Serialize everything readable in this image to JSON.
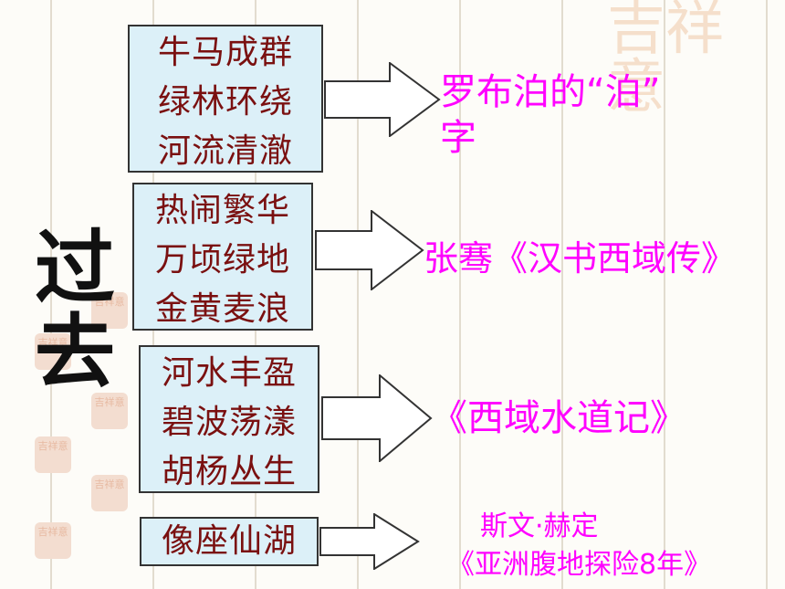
{
  "colors": {
    "box_fill": "#dcf0f8",
    "box_text": "#7a1010",
    "annotation": "#ff00ff",
    "title": "#111111"
  },
  "title": [
    "过",
    "去"
  ],
  "rows": [
    {
      "lines": [
        "牛马成群",
        "绿林环绕",
        "河流清澈"
      ],
      "annotation": [
        "罗布泊的“泊”",
        "字"
      ]
    },
    {
      "lines": [
        "热闹繁华",
        "万顷绿地",
        "金黄麦浪"
      ],
      "annotation": [
        "张骞《汉书西域传》"
      ]
    },
    {
      "lines": [
        "河水丰盈",
        "碧波荡漾",
        "胡杨丛生"
      ],
      "annotation": [
        "《西域水道记》"
      ]
    },
    {
      "lines": [
        "像座仙湖"
      ],
      "annotation": [
        "斯文·赫定",
        "《亚洲腹地探险8年》"
      ]
    }
  ],
  "decor": {
    "watermark": "吉祥意",
    "stamp_text": "吉祥意"
  }
}
